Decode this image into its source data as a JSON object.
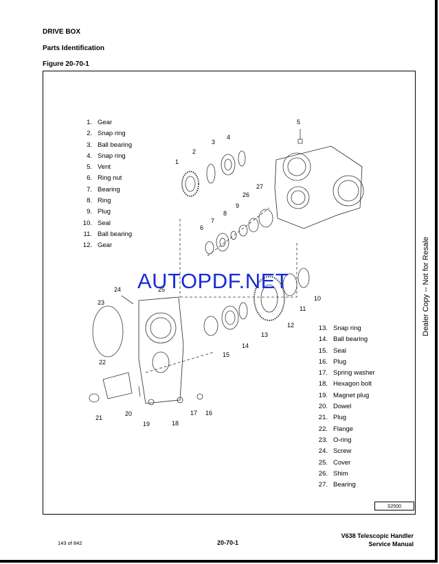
{
  "header": {
    "section": "DRIVE BOX",
    "subsection": "Parts Identification",
    "figure": "Figure 20-70-1"
  },
  "parts_left": [
    {
      "num": "1.",
      "name": "Gear"
    },
    {
      "num": "2.",
      "name": "Snap ring"
    },
    {
      "num": "3.",
      "name": "Ball bearing"
    },
    {
      "num": "4.",
      "name": "Snap ring"
    },
    {
      "num": "5.",
      "name": "Vent"
    },
    {
      "num": "6.",
      "name": "Ring nut"
    },
    {
      "num": "7.",
      "name": "Bearing"
    },
    {
      "num": "8.",
      "name": "Ring"
    },
    {
      "num": "9.",
      "name": "Plug"
    },
    {
      "num": "10.",
      "name": "Seal"
    },
    {
      "num": "11.",
      "name": "Ball bearing"
    },
    {
      "num": "12.",
      "name": "Gear"
    }
  ],
  "parts_right": [
    {
      "num": "13.",
      "name": "Snap ring"
    },
    {
      "num": "14.",
      "name": "Ball bearing"
    },
    {
      "num": "15.",
      "name": "Seal"
    },
    {
      "num": "16.",
      "name": "Plug"
    },
    {
      "num": "17.",
      "name": "Spring washer"
    },
    {
      "num": "18.",
      "name": "Hexagon bolt"
    },
    {
      "num": "19.",
      "name": "Magnet plug"
    },
    {
      "num": "20.",
      "name": "Dowel"
    },
    {
      "num": "21.",
      "name": "Plug"
    },
    {
      "num": "22.",
      "name": "Flange"
    },
    {
      "num": "23.",
      "name": "O-ring"
    },
    {
      "num": "24.",
      "name": "Screw"
    },
    {
      "num": "25.",
      "name": "Cover"
    },
    {
      "num": "26.",
      "name": "Shim"
    },
    {
      "num": "27.",
      "name": "Bearing"
    }
  ],
  "callouts": [
    "1",
    "2",
    "3",
    "4",
    "5",
    "6",
    "7",
    "8",
    "9",
    "10",
    "11",
    "12",
    "13",
    "14",
    "15",
    "16",
    "17",
    "18",
    "19",
    "20",
    "21",
    "22",
    "23",
    "24",
    "25",
    "26",
    "27"
  ],
  "watermark": "AUTOPDF.NET",
  "side_note": "Dealer Copy -- Not for Resale",
  "figure_code": "S2500",
  "footer": {
    "page": "143 of 842",
    "section_num": "20-70-1",
    "title_line1": "V638 Telescopic Handler",
    "title_line2": "Service Manual"
  }
}
